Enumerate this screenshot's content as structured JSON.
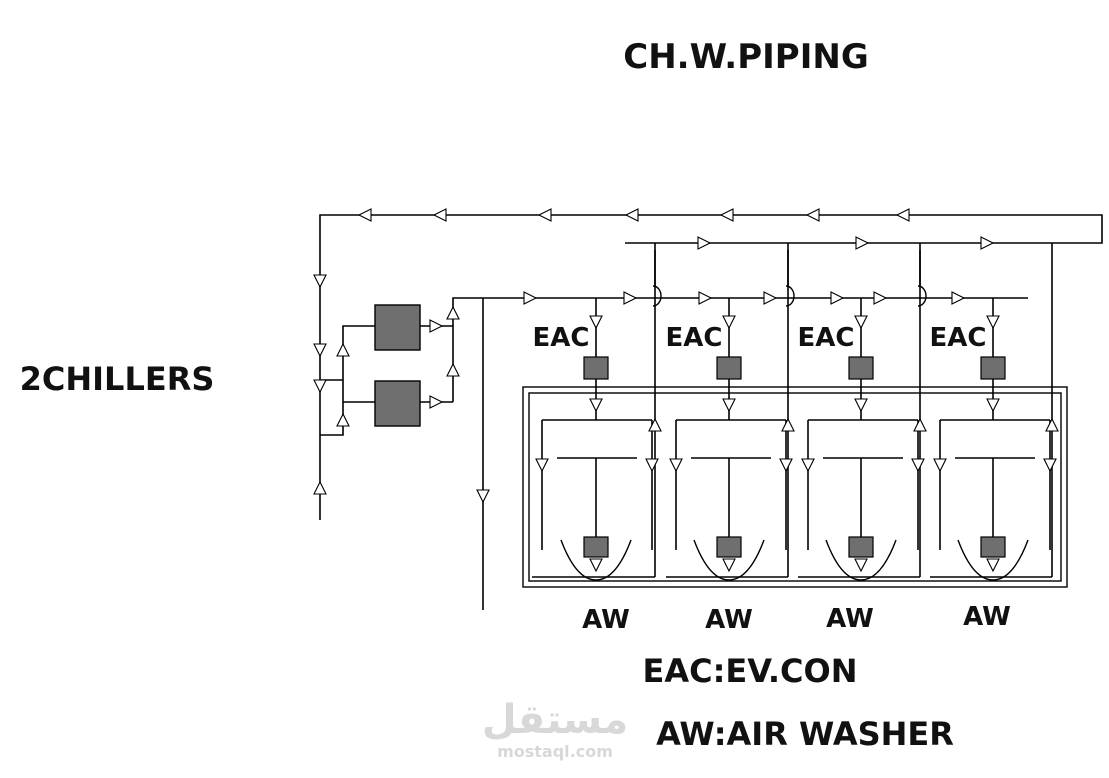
{
  "title": "CH.W.PIPING",
  "chillers_label": "2CHILLERS",
  "units": [
    {
      "eac_label": "EAC",
      "aw_label": "AW"
    },
    {
      "eac_label": "EAC",
      "aw_label": "AW"
    },
    {
      "eac_label": "EAC",
      "aw_label": "AW"
    },
    {
      "eac_label": "EAC",
      "aw_label": "AW"
    }
  ],
  "legend": {
    "eac": "EAC:EV.CON",
    "aw": "AW:AIR WASHER"
  },
  "watermark": {
    "arabic": "مستقل",
    "latin": "mostaql.com"
  }
}
